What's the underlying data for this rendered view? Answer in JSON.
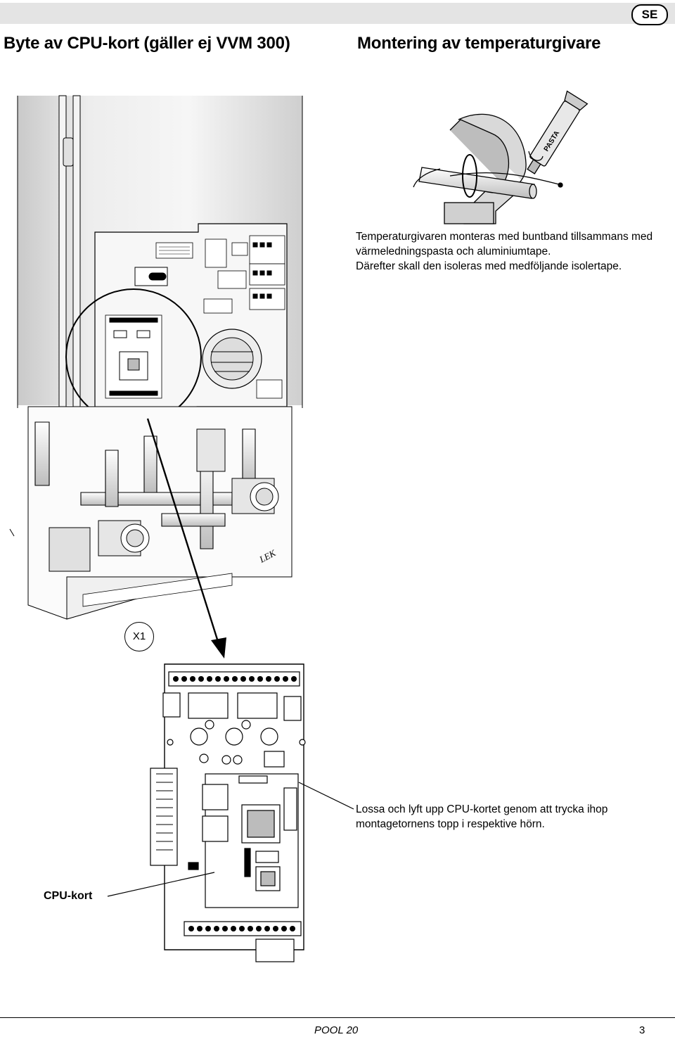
{
  "header": {
    "language_badge": "SE"
  },
  "sections": {
    "left_title": "Byte av CPU-kort (gäller ej VVM 300)",
    "right_title": "Montering av temperaturgivare"
  },
  "temperature_sensor": {
    "paragraph1": "Temperaturgivaren monteras med buntband tillsammans med värmeledningspasta och aluminiumtape.",
    "paragraph2": "Därefter skall den isoleras med medföljande isolertape.",
    "paste_tube_label": "PASTA"
  },
  "cpu_replacement": {
    "instruction": "Lossa och lyft upp CPU-kortet genom att trycka ihop montagetornens topp i respektive hörn.",
    "board_label": "CPU-kort",
    "connector_label": "X1"
  },
  "unit_drawing": {
    "brand_mark": "LEK"
  },
  "footer": {
    "doc_title": "POOL 20",
    "page_number": "3"
  }
}
